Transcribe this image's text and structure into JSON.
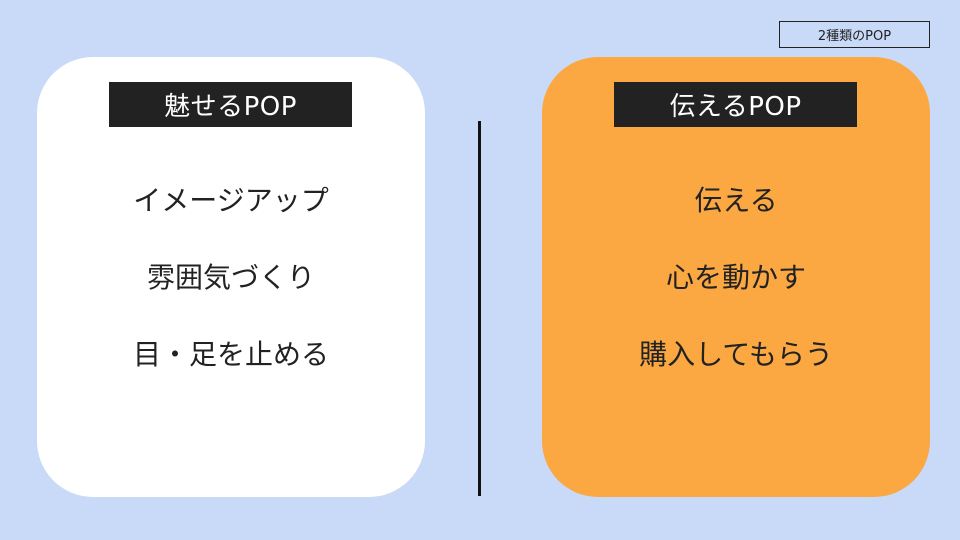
{
  "slide": {
    "tag": "2種類のPOP",
    "background": "#c9daf8"
  },
  "left_card": {
    "title": "魅せるPOP",
    "background": "#ffffff",
    "items": [
      "イメージアップ",
      "雰囲気づくり",
      "目・足を止める"
    ]
  },
  "right_card": {
    "title": "伝えるPOP",
    "background": "#fba843",
    "items": [
      "伝える",
      "心を動かす",
      "購入してもらう"
    ]
  }
}
